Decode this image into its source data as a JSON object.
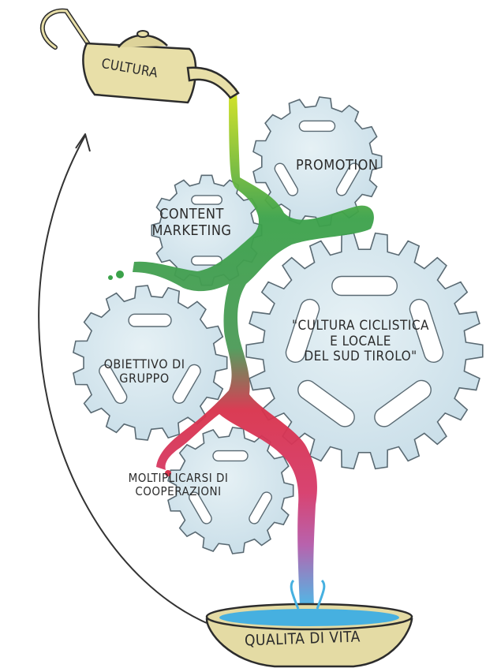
{
  "labels": {
    "cultura": "CULTURA",
    "promotion": "PROMOTION",
    "content_marketing": [
      "CONTENT",
      "MARKETING"
    ],
    "cultura_ciclistica": [
      "\"CULTURA CICLISTICA",
      "E LOCALE",
      "DEL SUD TIROLO\""
    ],
    "obiettivo": [
      "OBIETTIVO DI",
      "GRUPPO"
    ],
    "moltiplicarsi": [
      "MOLTIPLICARSI DI",
      "COOPERAZIONI"
    ],
    "qualita": "QUALITa DI VITA"
  },
  "colors": {
    "gear_fill": "#d5e7ef",
    "gear_stroke": "#5a6a73",
    "paint_yellow": "#c8d81e",
    "paint_green": "#3ba24a",
    "paint_red": "#d8324b",
    "paint_pink": "#c7468b",
    "paint_blue": "#45b6e6",
    "pot_fill": "#e8dfa8",
    "bowl_fill": "#e4dba4",
    "water": "#46b0e0"
  },
  "icons": {
    "pot": "oil-can-icon",
    "bowl": "bowl-icon",
    "arrow": "curved-arrow-icon"
  }
}
